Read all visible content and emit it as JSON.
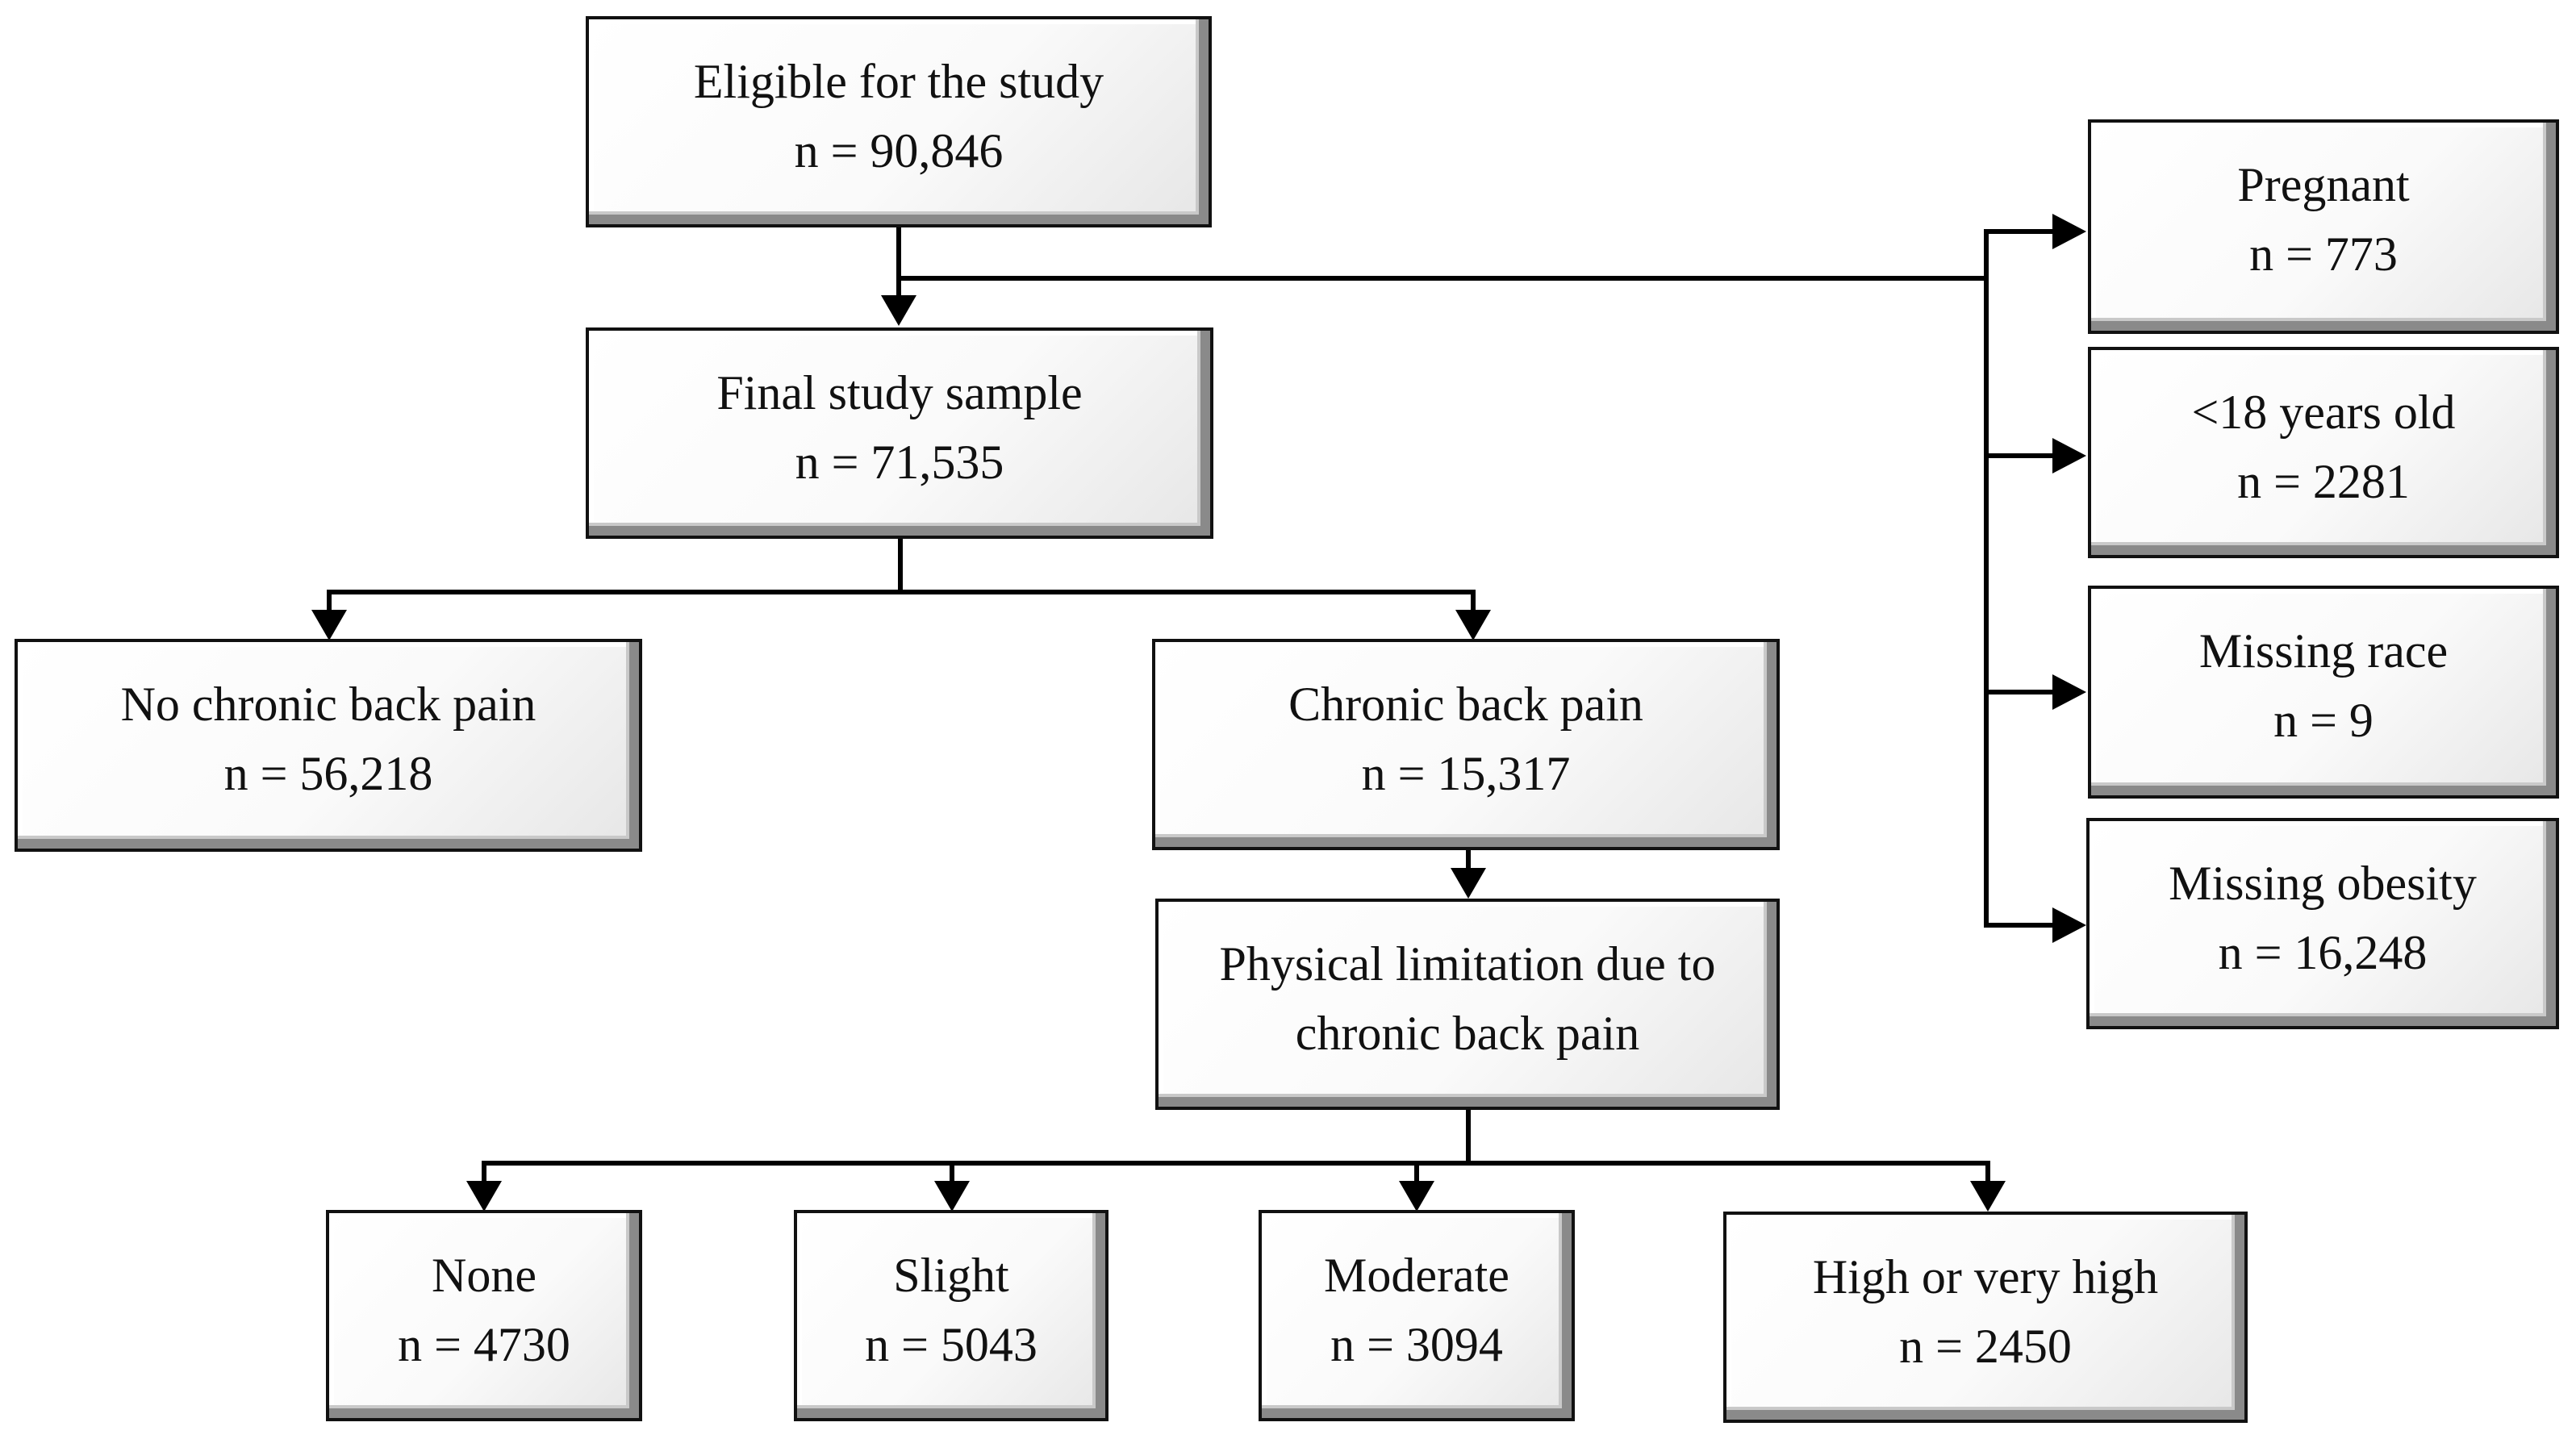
{
  "nodes": {
    "eligible": {
      "label": "Eligible for the study",
      "count": "n = 90,846"
    },
    "final": {
      "label": "Final study sample",
      "count": "n = 71,535"
    },
    "no_cbp": {
      "label": "No chronic back pain",
      "count": "n = 56,218"
    },
    "cbp": {
      "label": "Chronic back pain",
      "count": "n = 15,317"
    },
    "limitation": {
      "label_line1": "Physical limitation due to",
      "label_line2": "chronic back pain"
    },
    "none": {
      "label": "None",
      "count": "n = 4730"
    },
    "slight": {
      "label": "Slight",
      "count": "n = 5043"
    },
    "moderate": {
      "label": "Moderate",
      "count": "n = 3094"
    },
    "high": {
      "label": "High or very high",
      "count": "n = 2450"
    },
    "pregnant": {
      "label": "Pregnant",
      "count": "n = 773"
    },
    "under18": {
      "label": "<18 years old",
      "count": "n = 2281"
    },
    "missing_race": {
      "label": "Missing race",
      "count": "n = 9"
    },
    "missing_obesity": {
      "label": "Missing obesity",
      "count": "n = 16,248"
    }
  }
}
